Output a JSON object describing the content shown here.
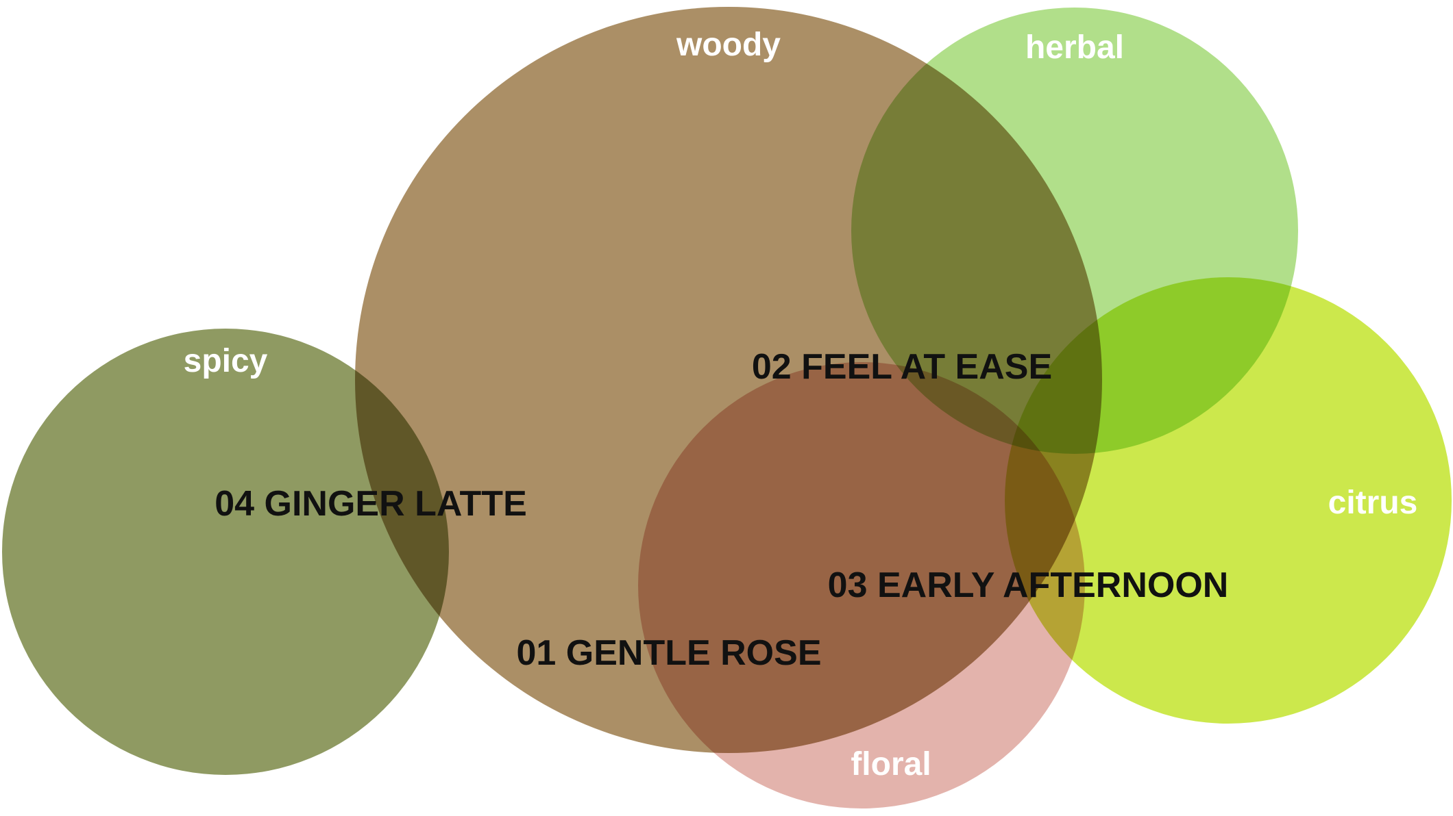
{
  "sets": [
    {
      "id": "woody",
      "label": "woody",
      "color": "#ab8f66"
    },
    {
      "id": "herbal",
      "label": "herbal",
      "color": "#b1df8a"
    },
    {
      "id": "spicy",
      "label": "spicy",
      "color": "#8f9a62"
    },
    {
      "id": "citrus",
      "label": "citrus",
      "color": "#cce84c"
    },
    {
      "id": "floral",
      "label": "floral",
      "color": "#e3b3ac"
    }
  ],
  "items": [
    {
      "id": "item-02",
      "label": "02 FEEL AT EASE"
    },
    {
      "id": "item-04",
      "label": "04 GINGER LATTE"
    },
    {
      "id": "item-03",
      "label": "03 EARLY AFTERNOON"
    },
    {
      "id": "item-01",
      "label": "01 GENTLE ROSE"
    }
  ]
}
